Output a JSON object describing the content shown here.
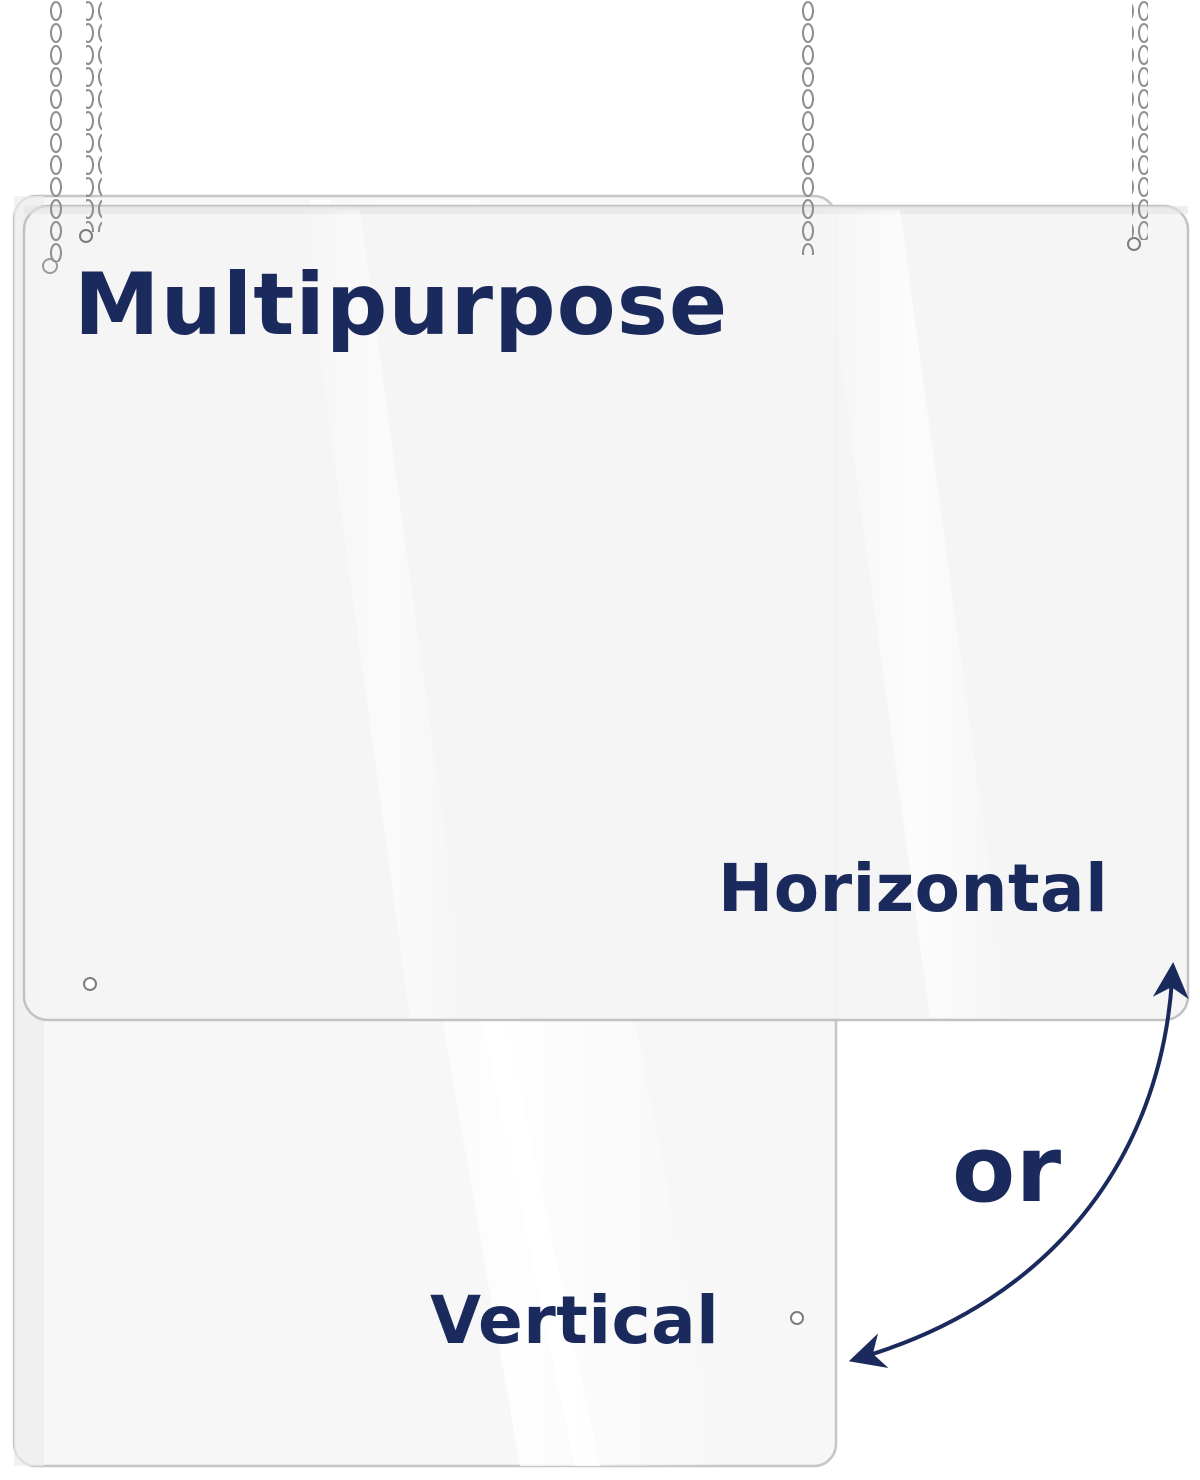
{
  "labels": {
    "multipurpose": "Multipurpose",
    "horizontal": "Horizontal",
    "or": "or",
    "vertical": "Vertical"
  },
  "colors": {
    "text": "#1b2a5c",
    "arrow": "#1b2a5c",
    "chain": "#9a9a9a",
    "panel_edge": "#c9c9c9",
    "panel_fill": "#f6f6f6"
  },
  "icons": {
    "arrow": "curved-double-arrow-icon",
    "chain": "chain-icon",
    "hanging_hook": "hook-icon"
  }
}
